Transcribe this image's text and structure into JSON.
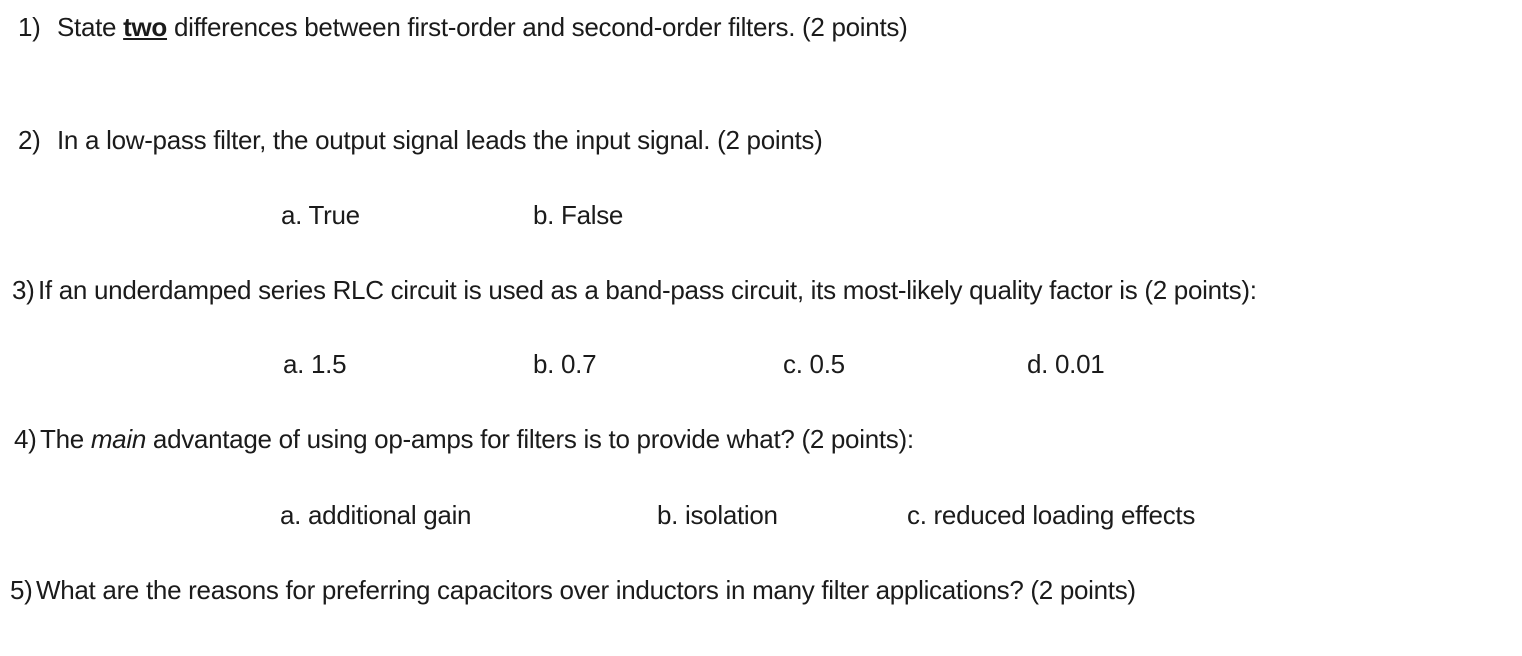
{
  "page": {
    "background_color": "#ffffff",
    "text_color": "#1b1b1b"
  },
  "questions": [
    {
      "number": "1)",
      "text_before": "State ",
      "text_emphasis": "two",
      "text_after": " differences between first-order and second-order filters. (2 points)"
    },
    {
      "number": "2)",
      "text": "In a low-pass filter, the output signal leads the input signal. (2 points)",
      "options": [
        {
          "label": "a. True"
        },
        {
          "label": "b. False"
        }
      ]
    },
    {
      "number": "3)",
      "text": "If an underdamped series RLC circuit is used as a band-pass circuit, its most-likely quality factor is (2 points):",
      "options": [
        {
          "label": "a. 1.5"
        },
        {
          "label": "b. 0.7"
        },
        {
          "label": "c. 0.5"
        },
        {
          "label": "d. 0.01"
        }
      ]
    },
    {
      "number": "4)",
      "text_before": "The ",
      "text_emphasis": "main",
      "text_after": " advantage of using op-amps for filters is to provide what? (2 points):",
      "options": [
        {
          "label": "a. additional gain"
        },
        {
          "label": "b. isolation"
        },
        {
          "label": "c. reduced loading effects"
        }
      ]
    },
    {
      "number": "5)",
      "text": "What are the reasons for preferring capacitors over inductors in many filter applications? (2 points)"
    }
  ]
}
